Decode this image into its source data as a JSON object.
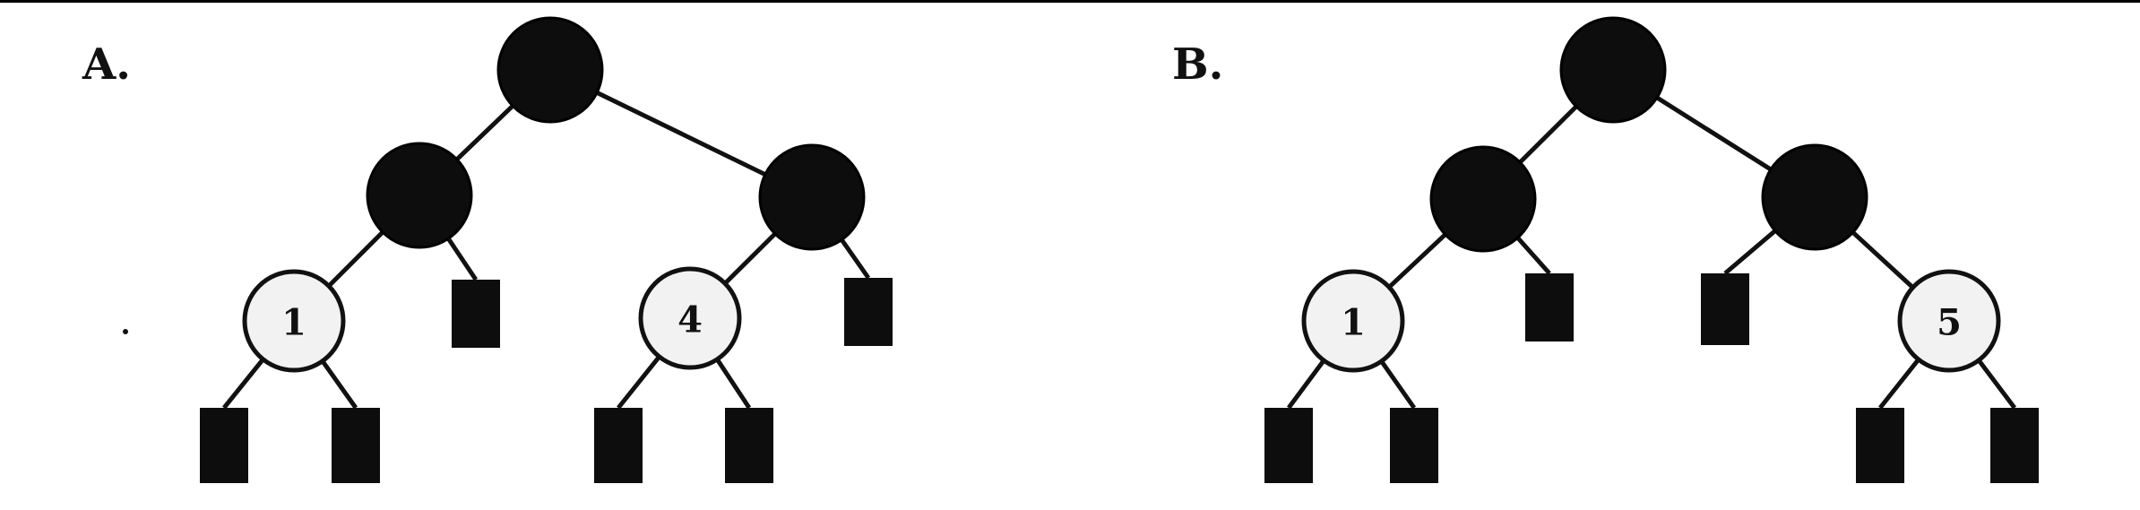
{
  "diagram": {
    "panels": [
      {
        "id": "A",
        "label": "A.",
        "red_node_labels": [
          "1",
          "4"
        ]
      },
      {
        "id": "B",
        "label": "B.",
        "red_node_labels": [
          "1",
          "5"
        ]
      }
    ]
  },
  "colors": {
    "black_node": "#0d0d0d",
    "red_node_fill": "#f2f2f2",
    "edge": "#111111"
  }
}
